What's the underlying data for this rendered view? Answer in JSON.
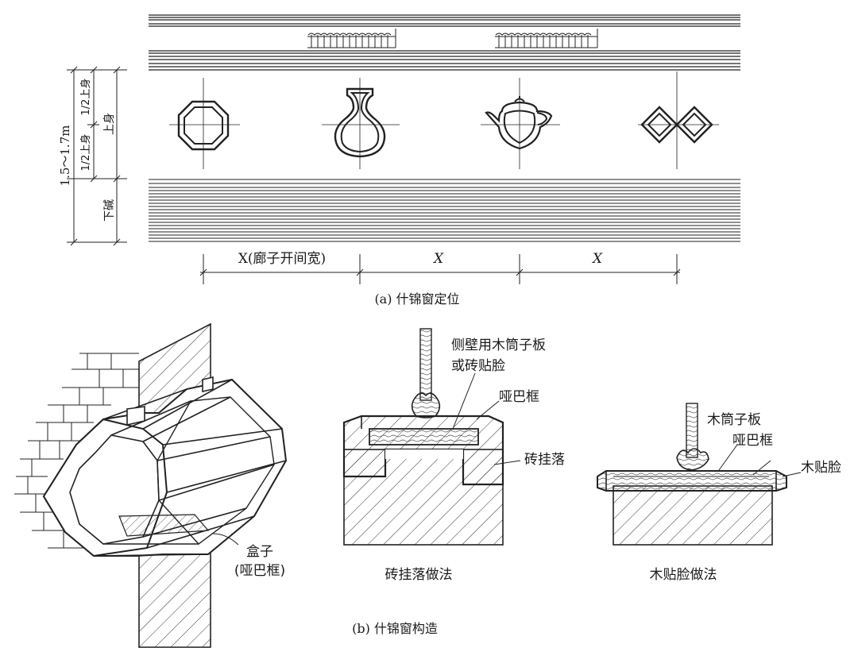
{
  "elevation": {
    "dim_total": "1.5～1.7m",
    "dim_half_upper_1": "1/2上身",
    "dim_half_upper_2": "1/2上身",
    "dim_upper": "上身",
    "dim_lower": "下碱",
    "bay_1": "X(廊子开间宽)",
    "bay_2": "X",
    "bay_3": "X",
    "caption": "(a) 什锦窗定位"
  },
  "construction": {
    "box_label_1": "盒子",
    "box_label_2": "(哑巴框)",
    "brick": {
      "label_side_1": "侧壁用木筒子板",
      "label_side_2": "或砖贴脸",
      "label_frame": "哑巴框",
      "label_hang": "砖挂落",
      "title": "砖挂落做法"
    },
    "wood": {
      "label_board": "木筒子板",
      "label_frame": "哑巴框",
      "label_face": "木贴脸",
      "title": "木贴脸做法"
    },
    "caption": "(b) 什锦窗构造"
  }
}
